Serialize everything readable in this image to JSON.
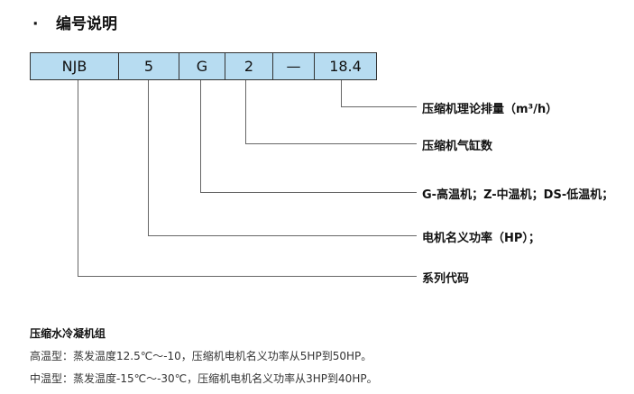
{
  "heading": {
    "bullet": "·",
    "title": "编号说明"
  },
  "code": {
    "model": "NJB",
    "motor_power": "5",
    "temp_type": "G",
    "cylinders": "2",
    "dash": "—",
    "displacement": "18.4"
  },
  "descriptions": {
    "displacement": "压缩机理论排量（m³/h）",
    "cylinders": "压缩机气缸数",
    "temp_type": "G-高温机；Z-中温机；DS-低温机；",
    "motor_power": "电机名义功率（HP）；",
    "series": "系列代码"
  },
  "notes": {
    "title": "压缩水冷凝机组",
    "high": "高温型：蒸发温度12.5℃～-10，压缩机电机名义功率从5HP到50HP。",
    "mid": "中温型：蒸发温度-15℃～-30℃，压缩机电机名义功率从3HP到40HP。"
  }
}
